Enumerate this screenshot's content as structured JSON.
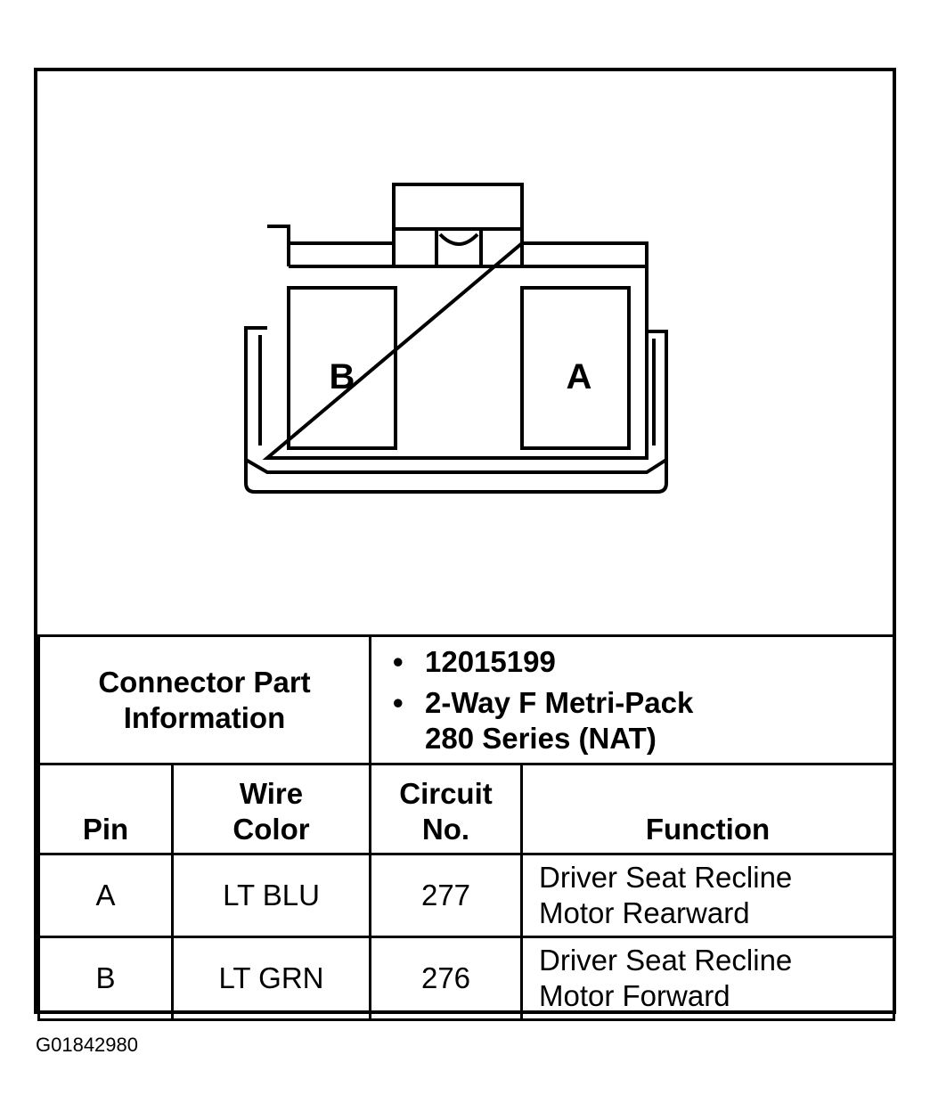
{
  "connector": {
    "cavities": [
      {
        "label": "B"
      },
      {
        "label": "A"
      }
    ]
  },
  "part_info": {
    "label": "Connector Part Information",
    "values": [
      "12015199",
      "2-Way F Metri-Pack 280 Series (NAT)"
    ]
  },
  "table": {
    "headers": {
      "pin": "Pin",
      "wire_color": "Wire Color",
      "circuit_no": "Circuit No.",
      "function": "Function"
    },
    "rows": [
      {
        "pin": "A",
        "wire_color": "LT BLU",
        "circuit_no": "277",
        "function": "Driver Seat Recline Motor Rearward"
      },
      {
        "pin": "B",
        "wire_color": "LT GRN",
        "circuit_no": "276",
        "function": "Driver Seat Recline Motor Forward"
      }
    ]
  },
  "figure_id": "G01842980"
}
